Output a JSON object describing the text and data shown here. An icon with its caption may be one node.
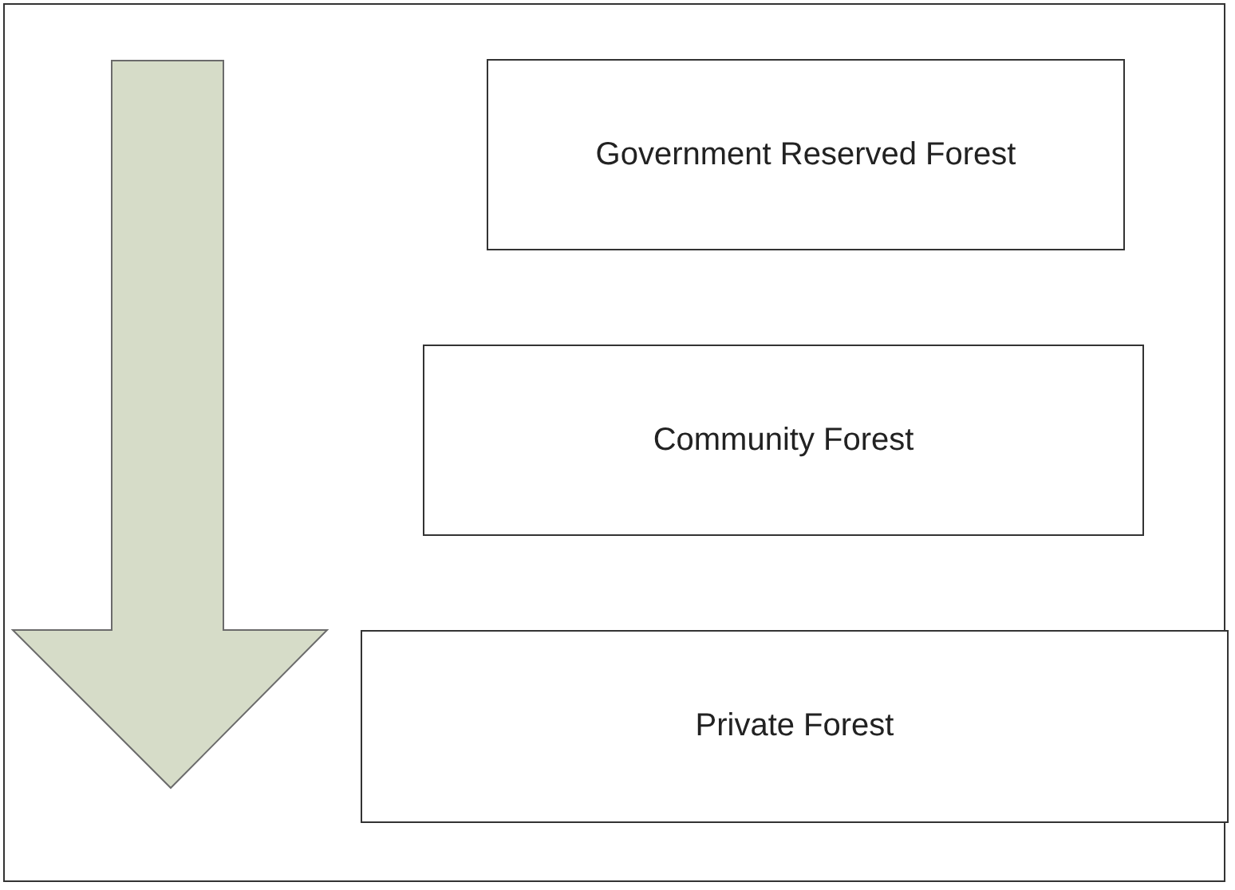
{
  "diagram": {
    "nodes": [
      {
        "text": [
          "Government Reserved Forest"
        ]
      },
      {
        "text": [
          "Community Forest"
        ]
      },
      {
        "text": [
          "Private Forest"
        ]
      }
    ]
  }
}
